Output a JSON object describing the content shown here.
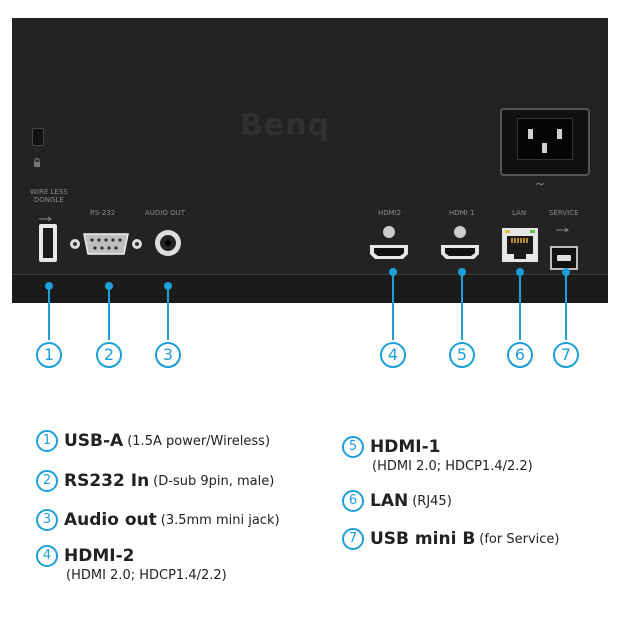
{
  "panel": {
    "brand": "Benq",
    "labels": {
      "wireless": "WIRE LESS\nDONGLE",
      "rs232": "RS-232",
      "audio_out": "AUDIO OUT",
      "hdmi2": "HDMI2",
      "hdmi1": "HDMI 1",
      "lan": "LAN",
      "service": "SERVICE"
    },
    "tilde": "~",
    "callouts": [
      "1",
      "2",
      "3",
      "4",
      "5",
      "6",
      "7"
    ]
  },
  "legend": [
    {
      "num": "1",
      "name": "USB-A",
      "detail": "(1.5A power/Wireless)",
      "detail2": ""
    },
    {
      "num": "2",
      "name": "RS232 In",
      "detail": "(D-sub 9pin, male)",
      "detail2": ""
    },
    {
      "num": "3",
      "name": "Audio out",
      "detail": "(3.5mm mini jack)",
      "detail2": ""
    },
    {
      "num": "4",
      "name": "HDMI-2",
      "detail": "",
      "detail2": "(HDMI 2.0; HDCP1.4/2.2)"
    },
    {
      "num": "5",
      "name": "HDMI-1",
      "detail": "",
      "detail2": "(HDMI 2.0; HDCP1.4/2.2)"
    },
    {
      "num": "6",
      "name": "LAN",
      "detail": "(RJ45)",
      "detail2": ""
    },
    {
      "num": "7",
      "name": "USB mini B",
      "detail": "(for Service)",
      "detail2": ""
    }
  ],
  "colors": {
    "accent": "#1d9fd8",
    "panel": "#232323"
  }
}
